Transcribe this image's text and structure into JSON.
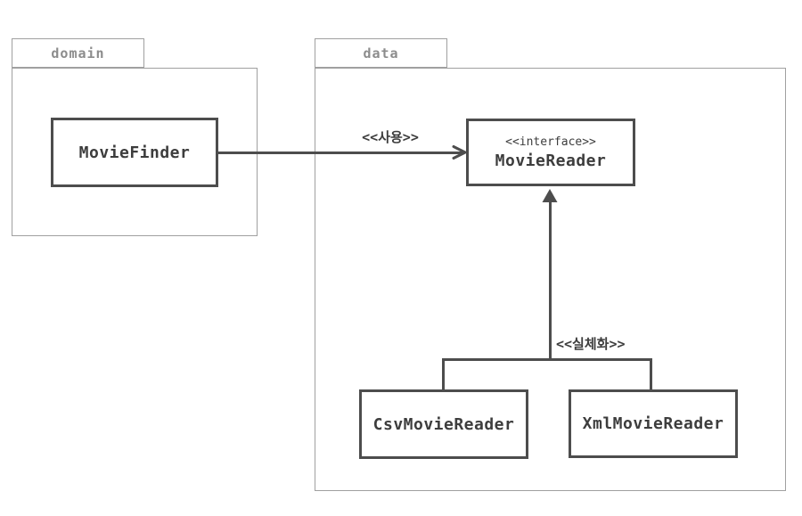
{
  "diagram": {
    "type": "uml-package-class-diagram",
    "background": "#ffffff"
  },
  "colors": {
    "package_border": "#a0a0a0",
    "package_label_text": "#8c8c8c",
    "class_border": "#4d4d4d",
    "class_text": "#3d3d3d",
    "line": "#4d4d4d"
  },
  "packages": [
    {
      "label": "domain"
    },
    {
      "label": "data"
    }
  ],
  "classes": {
    "movie_finder": {
      "name": "MovieFinder",
      "package": "domain"
    },
    "movie_reader": {
      "stereotype": "<<interface>>",
      "name": "MovieReader",
      "package": "data"
    },
    "csv_movie_reader": {
      "name": "CsvMovieReader",
      "package": "data"
    },
    "xml_movie_reader": {
      "name": "XmlMovieReader",
      "package": "data"
    }
  },
  "relations": {
    "use": {
      "label": "<<사용>>",
      "from": "MovieFinder",
      "to": "MovieReader",
      "arrowhead": "open"
    },
    "realization": {
      "label": "<<실체화>>",
      "from": [
        "CsvMovieReader",
        "XmlMovieReader"
      ],
      "to": "MovieReader",
      "arrowhead": "filled-triangle"
    }
  }
}
